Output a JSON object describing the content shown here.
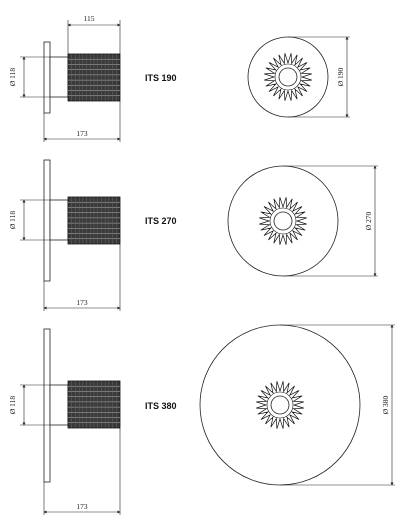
{
  "units": [
    {
      "model": "ITS 190",
      "depth_label": "115",
      "body_diameter_label": "Ø 118",
      "overall_depth_label": "173",
      "plate_diameter_label": "Ø 190"
    },
    {
      "model": "ITS 270",
      "body_diameter_label": "Ø 118",
      "overall_depth_label": "173",
      "plate_diameter_label": "Ø 270"
    },
    {
      "model": "ITS 380",
      "body_diameter_label": "Ø 118",
      "overall_depth_label": "173",
      "plate_diameter_label": "Ø 380"
    }
  ]
}
